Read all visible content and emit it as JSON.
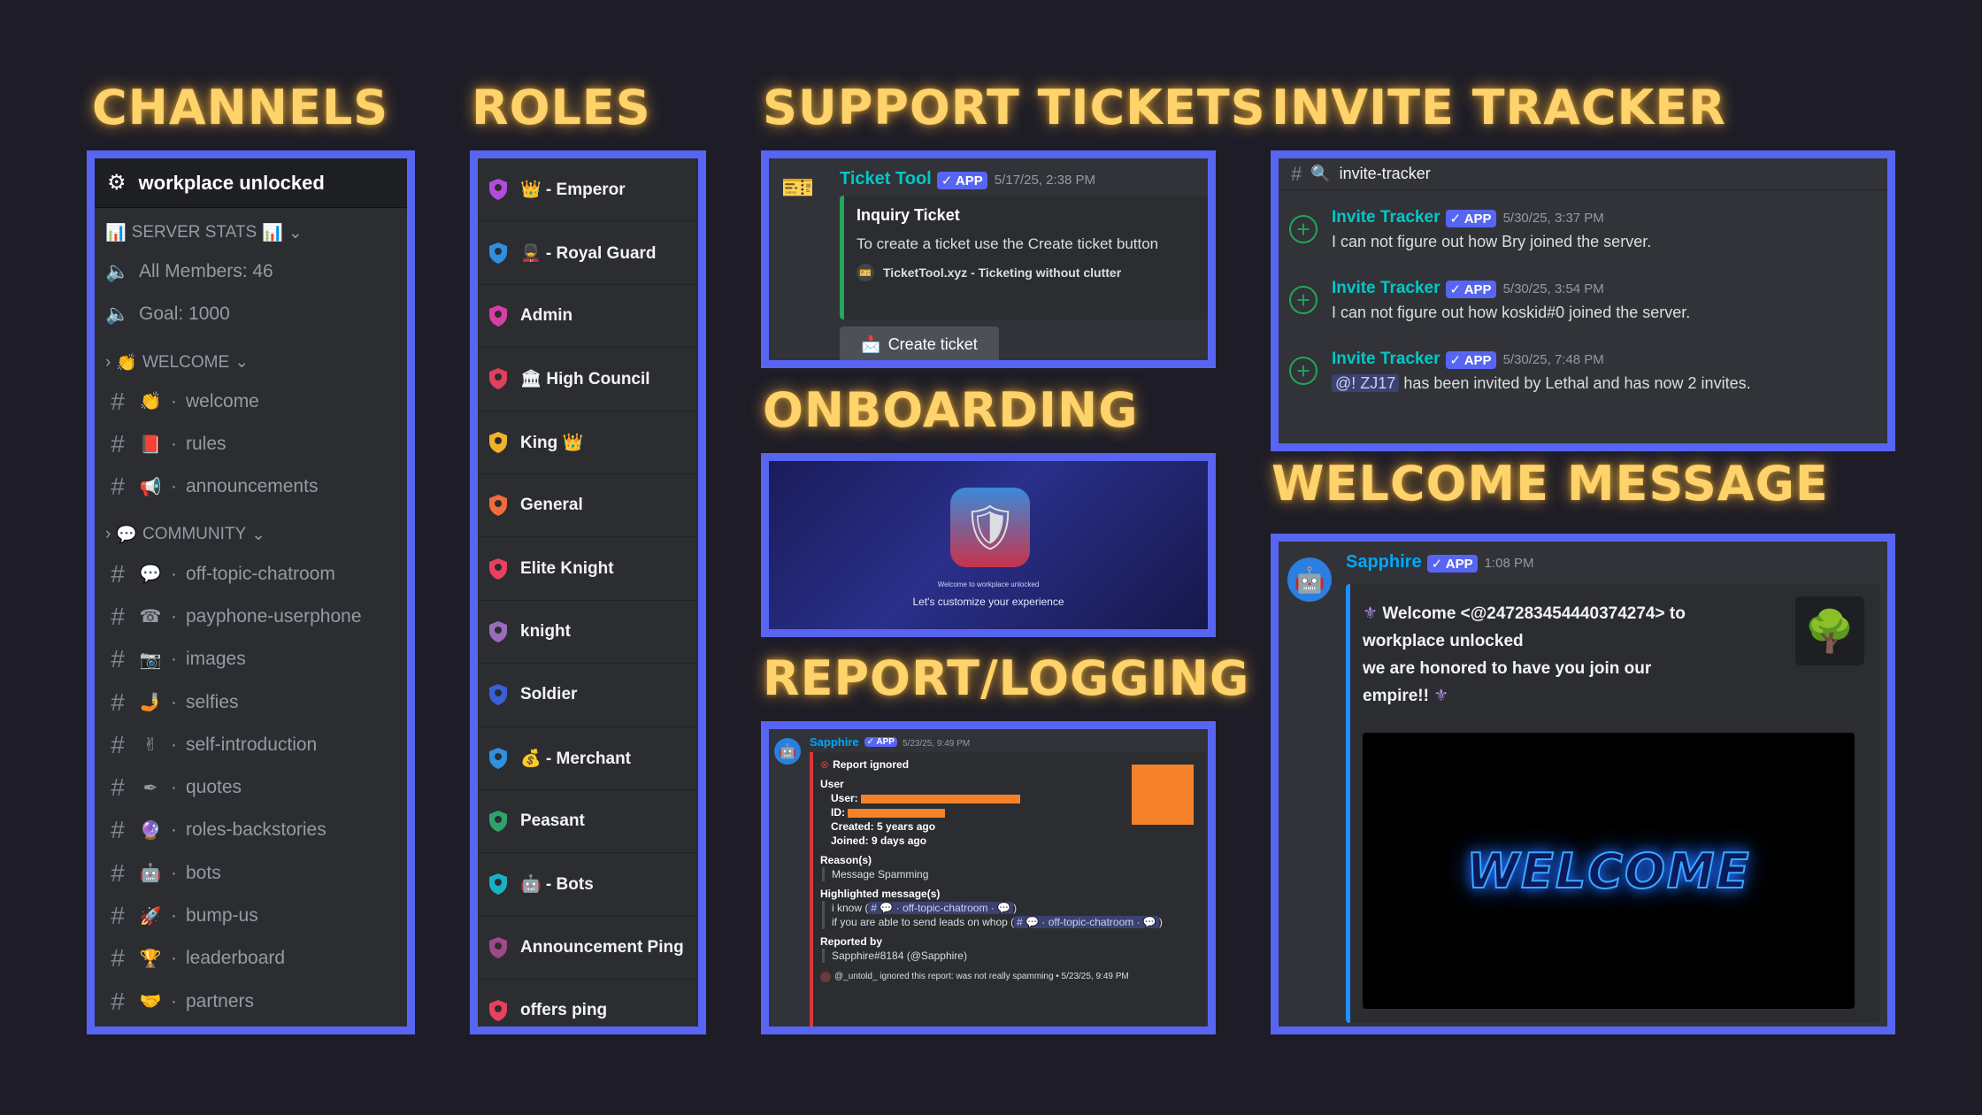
{
  "headings": {
    "channels": "CHANNELS",
    "roles": "ROLES",
    "support": "SUPPORT TICKETS",
    "invite": "INVITE TRACKER",
    "onboarding": "ONBOARDING",
    "report": "REPORT/LOGGING",
    "welcome": "WELCOME MESSAGE"
  },
  "channels": {
    "server_name": "workplace unlocked",
    "stats_category": "SERVER STATS",
    "stats": [
      "All Members: 46",
      "Goal: 1000"
    ],
    "welcome_category": "WELCOME",
    "welcome_items": [
      {
        "emoji": "👏",
        "name": "welcome"
      },
      {
        "emoji": "📕",
        "name": "rules"
      },
      {
        "emoji": "📢",
        "name": "announcements"
      }
    ],
    "community_category": "COMMUNITY",
    "community_items": [
      {
        "emoji": "💬",
        "name": "off-topic-chatroom"
      },
      {
        "emoji": "☎",
        "name": "payphone-userphone"
      },
      {
        "emoji": "📷",
        "name": "images"
      },
      {
        "emoji": "🤳",
        "name": "selfies"
      },
      {
        "emoji": "✌",
        "name": "self-introduction"
      },
      {
        "emoji": "✒",
        "name": "quotes"
      },
      {
        "emoji": "🔮",
        "name": "roles-backstories"
      },
      {
        "emoji": "🤖",
        "name": "bots"
      },
      {
        "emoji": "🚀",
        "name": "bump-us"
      },
      {
        "emoji": "🏆",
        "name": "leaderboard"
      },
      {
        "emoji": "🤝",
        "name": "partners"
      }
    ]
  },
  "roles": [
    {
      "name": "👑 - Emperor",
      "color": "#b44ae0"
    },
    {
      "name": "💂 - Royal Guard",
      "color": "#2f8fe0"
    },
    {
      "name": "Admin",
      "color": "#d63fa3"
    },
    {
      "name": "🏛 High Council",
      "color": "#e0405a"
    },
    {
      "name": "King 👑",
      "color": "#f0b429"
    },
    {
      "name": "General",
      "color": "#f26b3a"
    },
    {
      "name": "Elite Knight",
      "color": "#e8405e"
    },
    {
      "name": "knight",
      "color": "#9b6cb8"
    },
    {
      "name": "Soldier",
      "color": "#3b5fd9"
    },
    {
      "name": "💰 - Merchant",
      "color": "#2f8fe0"
    },
    {
      "name": "Peasant",
      "color": "#2ea36b"
    },
    {
      "name": "🤖 - Bots",
      "color": "#1ab0c4"
    },
    {
      "name": "Announcement Ping",
      "color": "#a0488a"
    },
    {
      "name": "offers ping",
      "color": "#e8405e"
    }
  ],
  "ticket": {
    "bot": "Ticket Tool",
    "app": "✓ APP",
    "time": "5/17/25, 2:38 PM",
    "title": "Inquiry Ticket",
    "desc": "To create a ticket use the Create ticket button",
    "footer": "TicketTool.xyz - Ticketing without clutter",
    "button": "Create ticket"
  },
  "invite": {
    "channel": "invite-tracker",
    "messages": [
      {
        "bot": "Invite Tracker",
        "time": "5/30/25, 3:37 PM",
        "text": "I can not figure out how Bry joined the server."
      },
      {
        "bot": "Invite Tracker",
        "time": "5/30/25, 3:54 PM",
        "text": "I can not figure out how koskid#0 joined the server."
      },
      {
        "bot": "Invite Tracker",
        "time": "5/30/25, 7:48 PM",
        "mention": "@! ZJ17",
        "text": "has been invited by Lethal and has now 2 invites."
      }
    ]
  },
  "onboarding": {
    "small": "Welcome to workplace unlocked",
    "caption": "Let's customize your experience"
  },
  "report": {
    "bot": "Sapphire",
    "time": "5/23/25, 9:49 PM",
    "status": "Report ignored",
    "user_label": "User",
    "user_key": "User:",
    "id_key": "ID:",
    "created": "Created: 5 years ago",
    "joined": "Joined: 9 days ago",
    "reason_label": "Reason(s)",
    "reason": "Message Spamming",
    "highlight_label": "Highlighted message(s)",
    "hl1_text": "i know (",
    "hl1_chip": "# 💬 · off-topic-chatroom · 💬",
    "hl2_text": "if you are able to send leads on whop (",
    "hl2_chip": "# 💬 · off-topic-chatroom · 💬",
    "reported_label": "Reported by",
    "reporter": "Sapphire#8184 (@Sapphire)",
    "footer": "@_untold_ ignored this report: was not really spamming • 5/23/25, 9:49 PM"
  },
  "welcome": {
    "bot": "Sapphire",
    "time": "1:08 PM",
    "line1": "Welcome <@247283454440374274> to",
    "line2": "workplace unlocked",
    "line3": "we are honored to have you join our",
    "line4": "empire!!",
    "banner": "WELCOME"
  },
  "colors": {
    "accent": "#5865f2",
    "heading": "#ffd36b",
    "bot_name": "#00a8fc",
    "report_orange": "#f5822b"
  }
}
